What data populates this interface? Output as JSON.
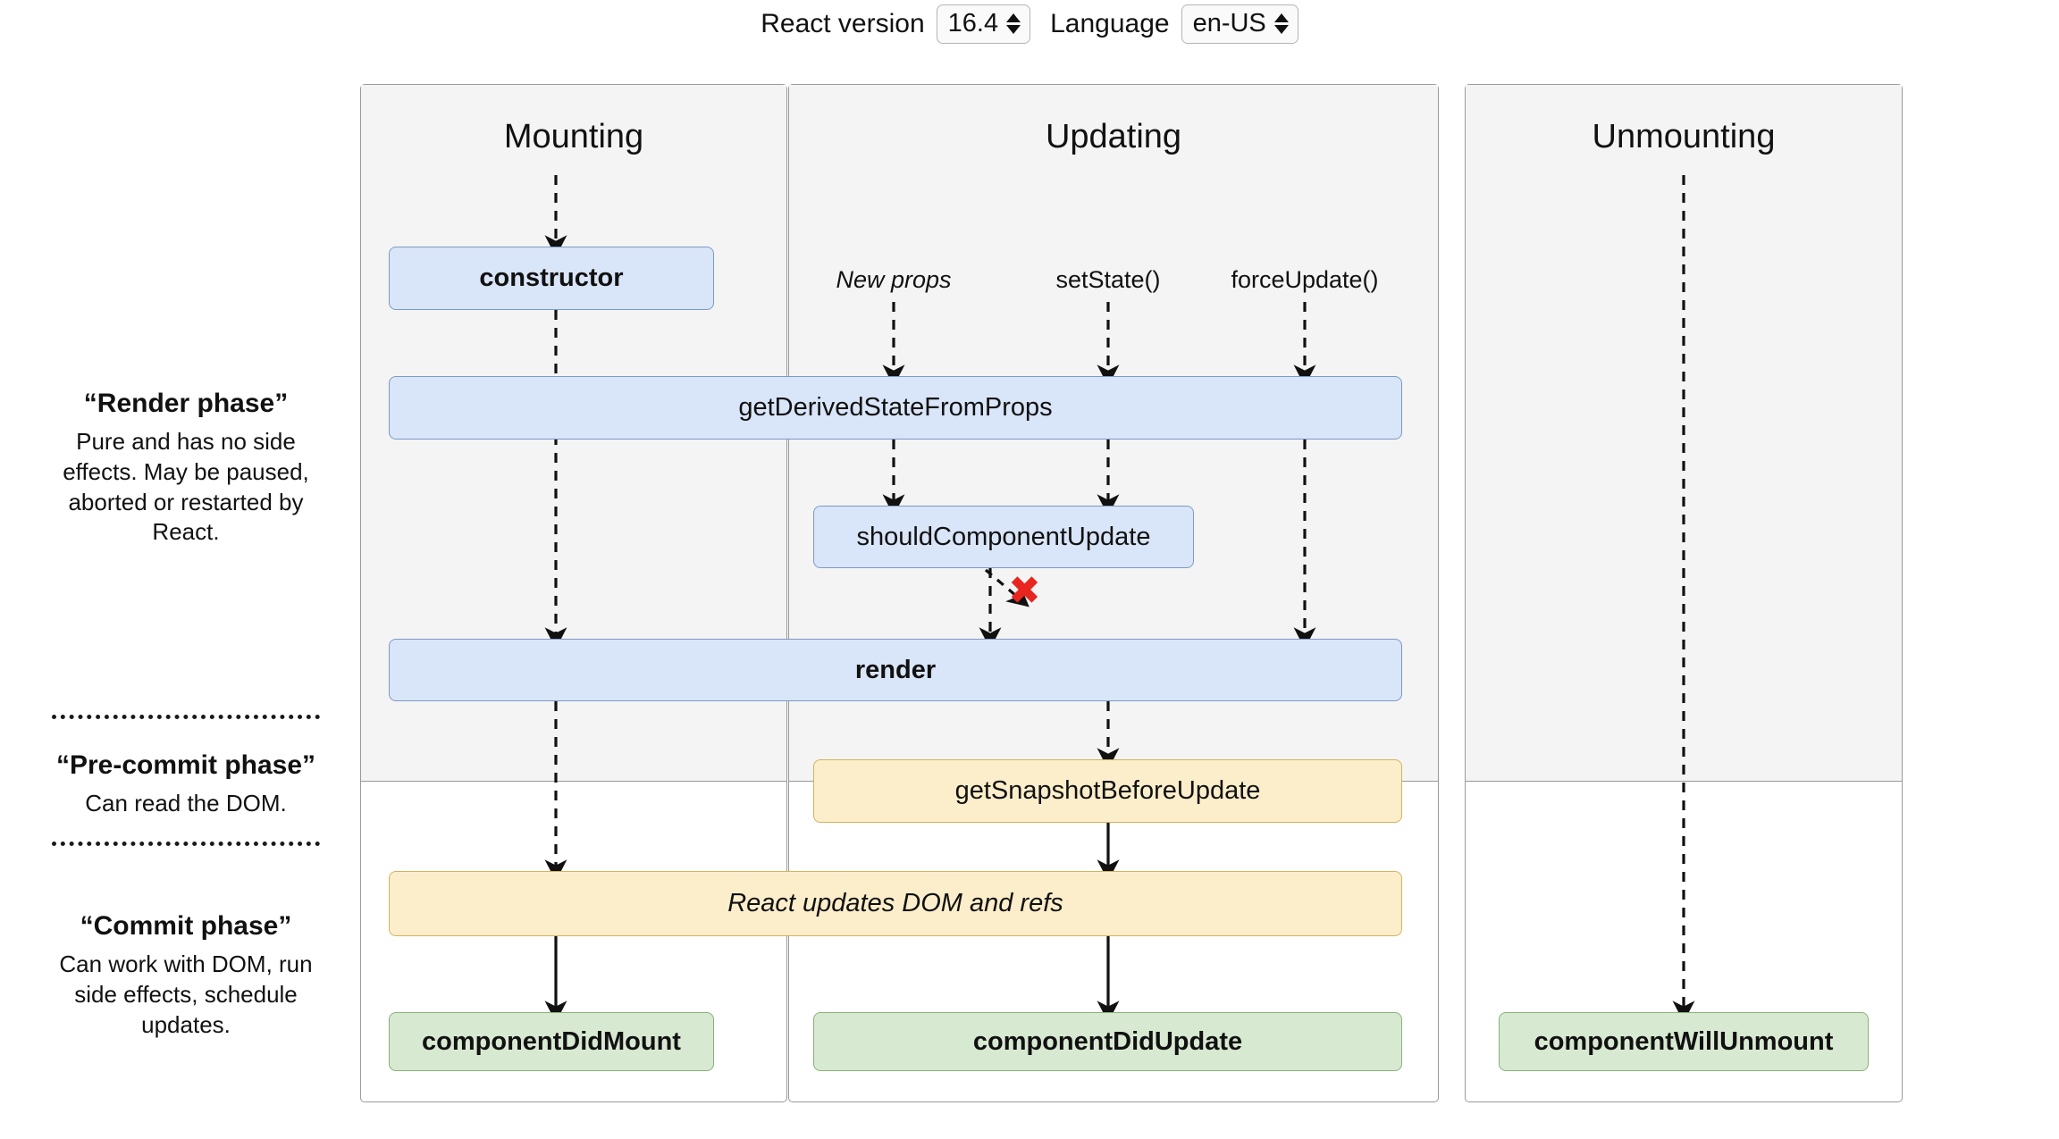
{
  "toolbar": {
    "react_version_label": "React version",
    "react_version_value": "16.4",
    "language_label": "Language",
    "language_value": "en-US"
  },
  "columns": [
    {
      "id": "mounting",
      "title": "Mounting"
    },
    {
      "id": "updating",
      "title": "Updating"
    },
    {
      "id": "unmounting",
      "title": "Unmounting"
    }
  ],
  "phases": [
    {
      "id": "render-phase",
      "title": "“Render phase”",
      "body": "Pure and has no side effects. May be paused, aborted or restarted by React."
    },
    {
      "id": "pre-commit-phase",
      "title": "“Pre-commit phase”",
      "body": "Can read the DOM."
    },
    {
      "id": "commit-phase",
      "title": "“Commit phase”",
      "body": "Can work with DOM, run side effects, schedule updates."
    }
  ],
  "triggers": {
    "new_props": "New props",
    "set_state": "setState()",
    "force_update": "forceUpdate()"
  },
  "nodes": {
    "constructor": "constructor",
    "get_derived_state_from_props": "getDerivedStateFromProps",
    "should_component_update": "shouldComponentUpdate",
    "render": "render",
    "get_snapshot_before_update": "getSnapshotBeforeUpdate",
    "react_updates_dom_and_refs": "React updates DOM and refs",
    "component_did_mount": "componentDidMount",
    "component_did_update": "componentDidUpdate",
    "component_will_unmount": "componentWillUnmount"
  },
  "markers": {
    "skip_update_x": "✖"
  },
  "colors": {
    "blue_fill": "#d9e5f8",
    "blue_border": "#7b9bc4",
    "yellow_fill": "#fceecb",
    "yellow_border": "#d6b25e",
    "green_fill": "#d8e9d2",
    "green_border": "#86b377",
    "panel_grey": "#f4f4f4",
    "panel_border": "#9a9a9a",
    "x_red": "#e8251f"
  }
}
